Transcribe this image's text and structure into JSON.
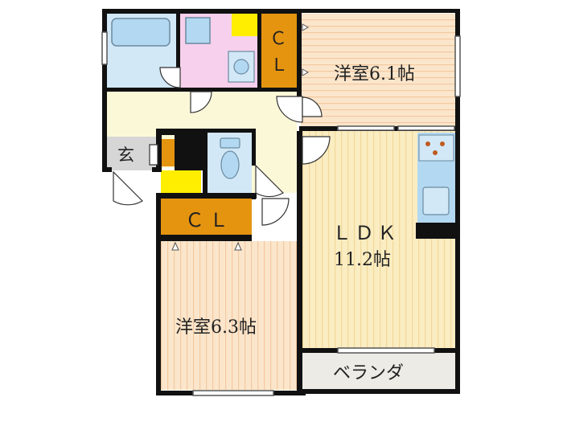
{
  "rooms": {
    "western_room_top": {
      "label": "洋室6.1帖"
    },
    "western_room_bottom": {
      "label": "洋室6.3帖"
    },
    "ldk": {
      "label_line1": "ＬＤＫ",
      "label_line2": "11.2帖"
    },
    "closet_top": {
      "label_line1": "Ｃ",
      "label_line2": "Ｌ"
    },
    "closet_bottom": {
      "label": "ＣＬ"
    },
    "entrance": {
      "label": "玄"
    },
    "balcony": {
      "label": "ベランダ"
    }
  },
  "colors": {
    "western_floor": "#fbe6cc",
    "ldk_floor": "#fbedc2",
    "hallway_floor": "#fbf8d8",
    "wet_area": "#d2e8f7",
    "washroom": "#f6d0ec",
    "closet": "#e59410",
    "storage_yellow": "#ffee00",
    "balcony": "#ecebe6",
    "entrance": "#d6d6d6",
    "wall": "#111111",
    "kitchen_counter": "#b3d8f1"
  }
}
